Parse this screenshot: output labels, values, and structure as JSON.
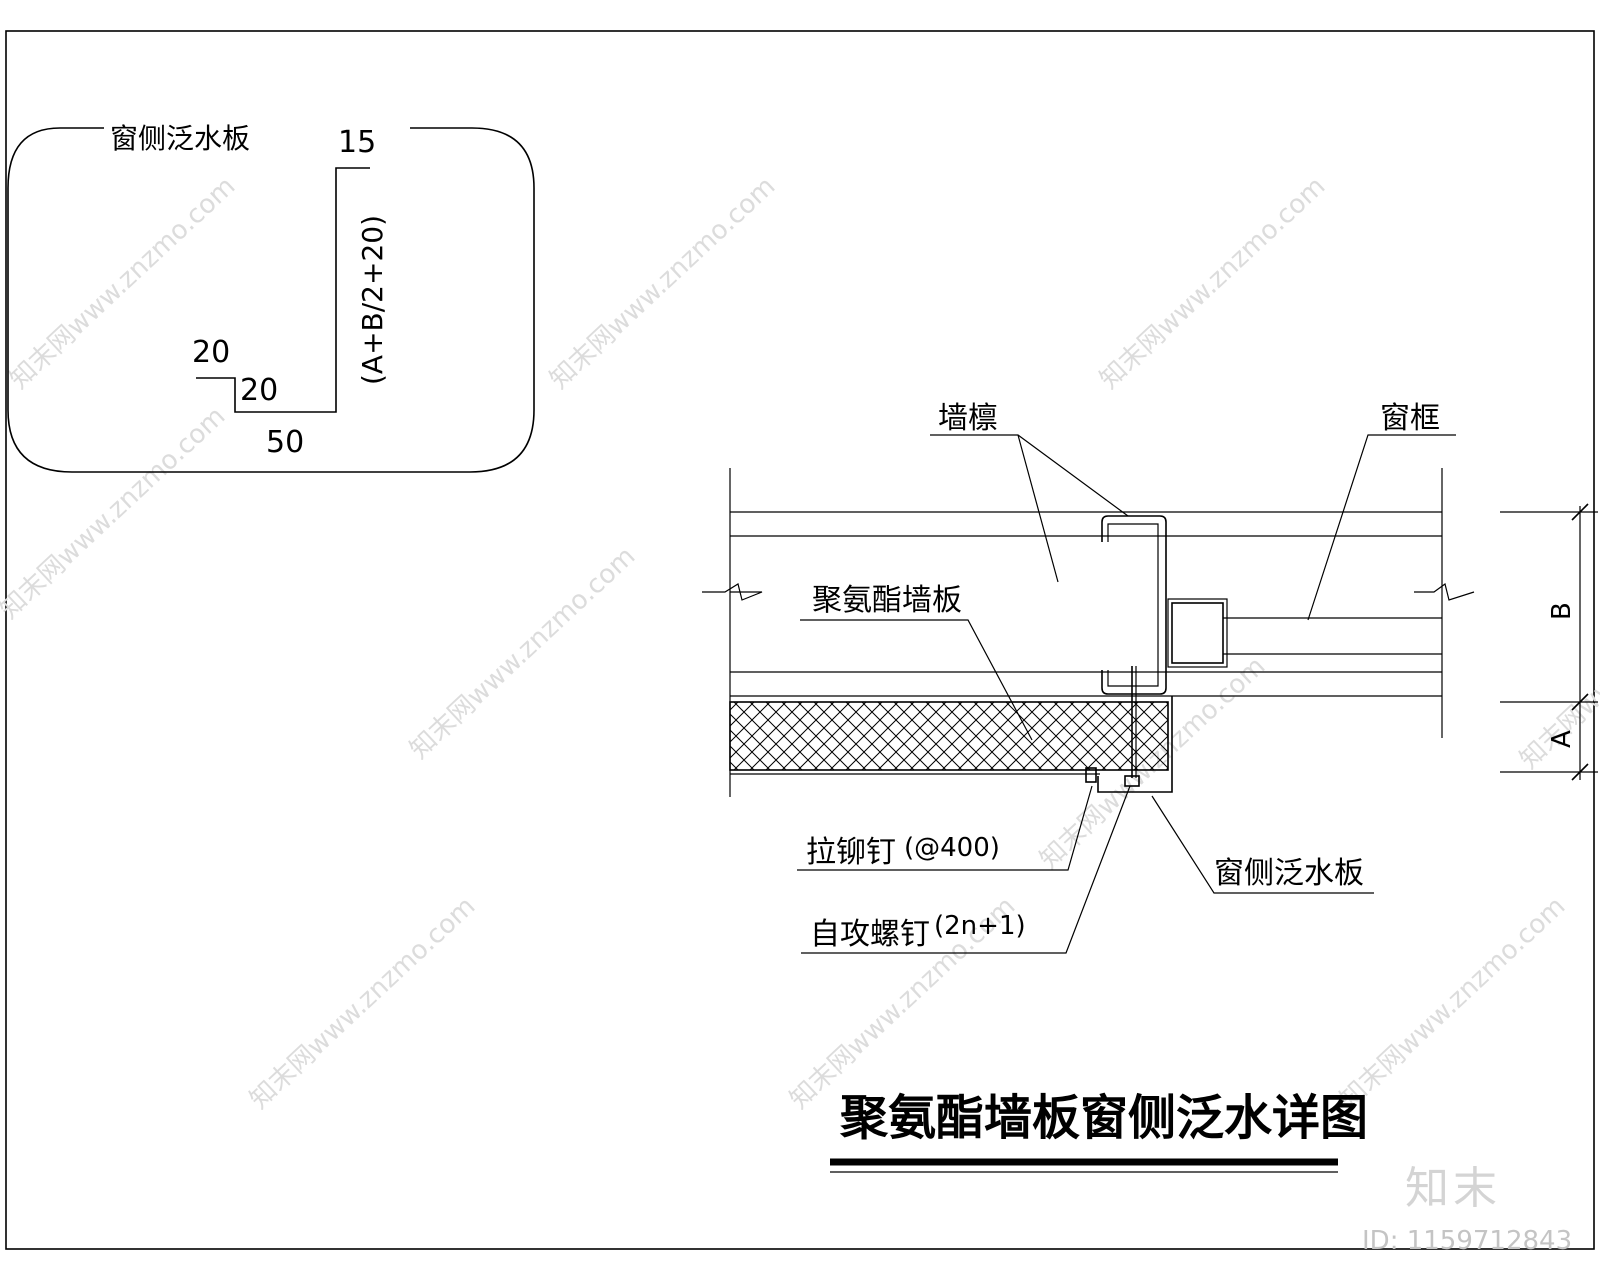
{
  "inset": {
    "title": "窗侧泛水板",
    "dim_top": "15",
    "dim_vertical": "(A+B/2+20)",
    "dim_lip_outer": "20",
    "dim_lip_inner": "20",
    "dim_base": "50"
  },
  "labels": {
    "purlin": "墙檩",
    "frame": "窗框",
    "panel": "聚氨酯墙板",
    "rivet": "拉铆钉",
    "rivet_spec": "(@400)",
    "screw": "自攻螺钉",
    "screw_spec": "(2n+1)",
    "flashing": "窗侧泛水板",
    "dim_b": "B",
    "dim_a": "A"
  },
  "title": "聚氨酯墙板窗侧泛水详图",
  "watermark": {
    "text": "知末网www.znzmo.com",
    "brand": "知末",
    "id": "ID: 1159712843"
  }
}
